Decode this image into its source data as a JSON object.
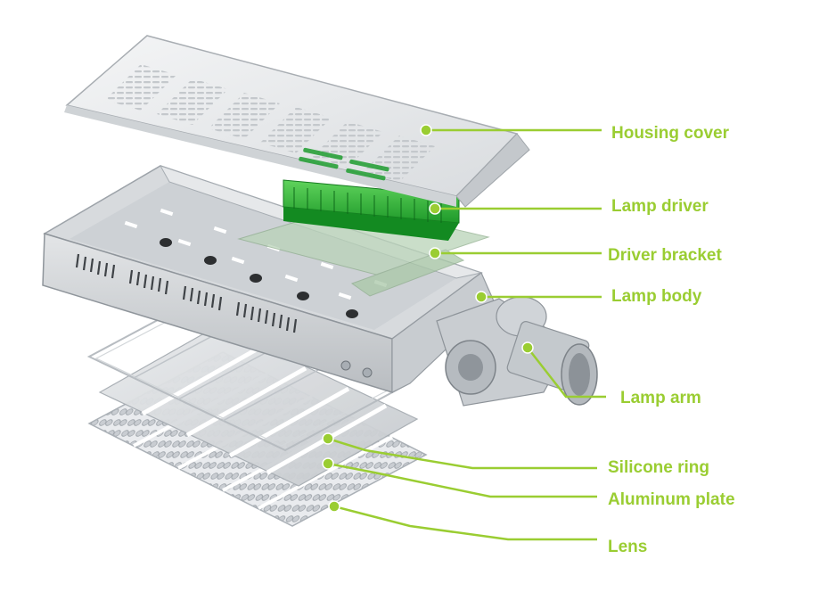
{
  "diagram": {
    "accent_color": "#9acd32",
    "labels": {
      "housing_cover": "Housing cover",
      "lamp_driver": "Lamp driver",
      "driver_bracket": "Driver bracket",
      "lamp_body": "Lamp body",
      "lamp_arm": "Lamp arm",
      "silicone_ring": "Silicone ring",
      "aluminum_plate": "Aluminum plate",
      "lens": "Lens"
    }
  }
}
